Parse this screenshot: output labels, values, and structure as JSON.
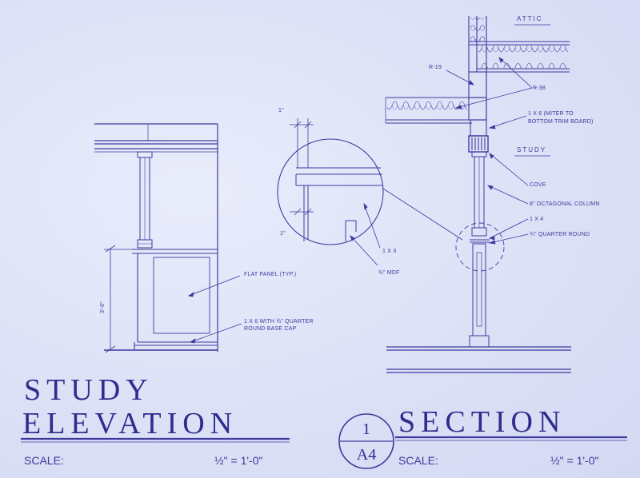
{
  "elevation": {
    "title_line1": "STUDY",
    "title_line2": "ELEVATION",
    "scale_label": "SCALE:",
    "scale_value": "½\" = 1'-0\"",
    "dimension": "3'-6\"",
    "notes": {
      "flat_panel": "FLAT PANEL (TYP.)",
      "base_cap_1": "1 X 6 WITH ¾\" QUARTER",
      "base_cap_2": "ROUND BASE CAP"
    }
  },
  "section": {
    "title": "SECTION",
    "scale_label": "SCALE:",
    "scale_value": "½\" = 1'-0\"",
    "tag_number": "1",
    "tag_sheet": "A4",
    "room_attic": "ATTIC",
    "room_study": "STUDY",
    "notes": {
      "r19": "R-19",
      "r38": "R-38",
      "miter_1": "1 X 6 (MITER TO",
      "miter_2": "BOTTOM TRIM BOARD)",
      "cove": "COVE",
      "column": "8\" OCTAGONAL COLUMN",
      "one_by_four": "1 X 4",
      "quarter_round": "¾\" QUARTER ROUND"
    }
  },
  "detail": {
    "dim_top": "1\"",
    "dim_bottom": "1\"",
    "one_by_three": "1 X 3",
    "mdf": "¾\" MDF"
  },
  "colors": {
    "ink": "#3b3a9e",
    "paper": "#dfe3f7"
  }
}
